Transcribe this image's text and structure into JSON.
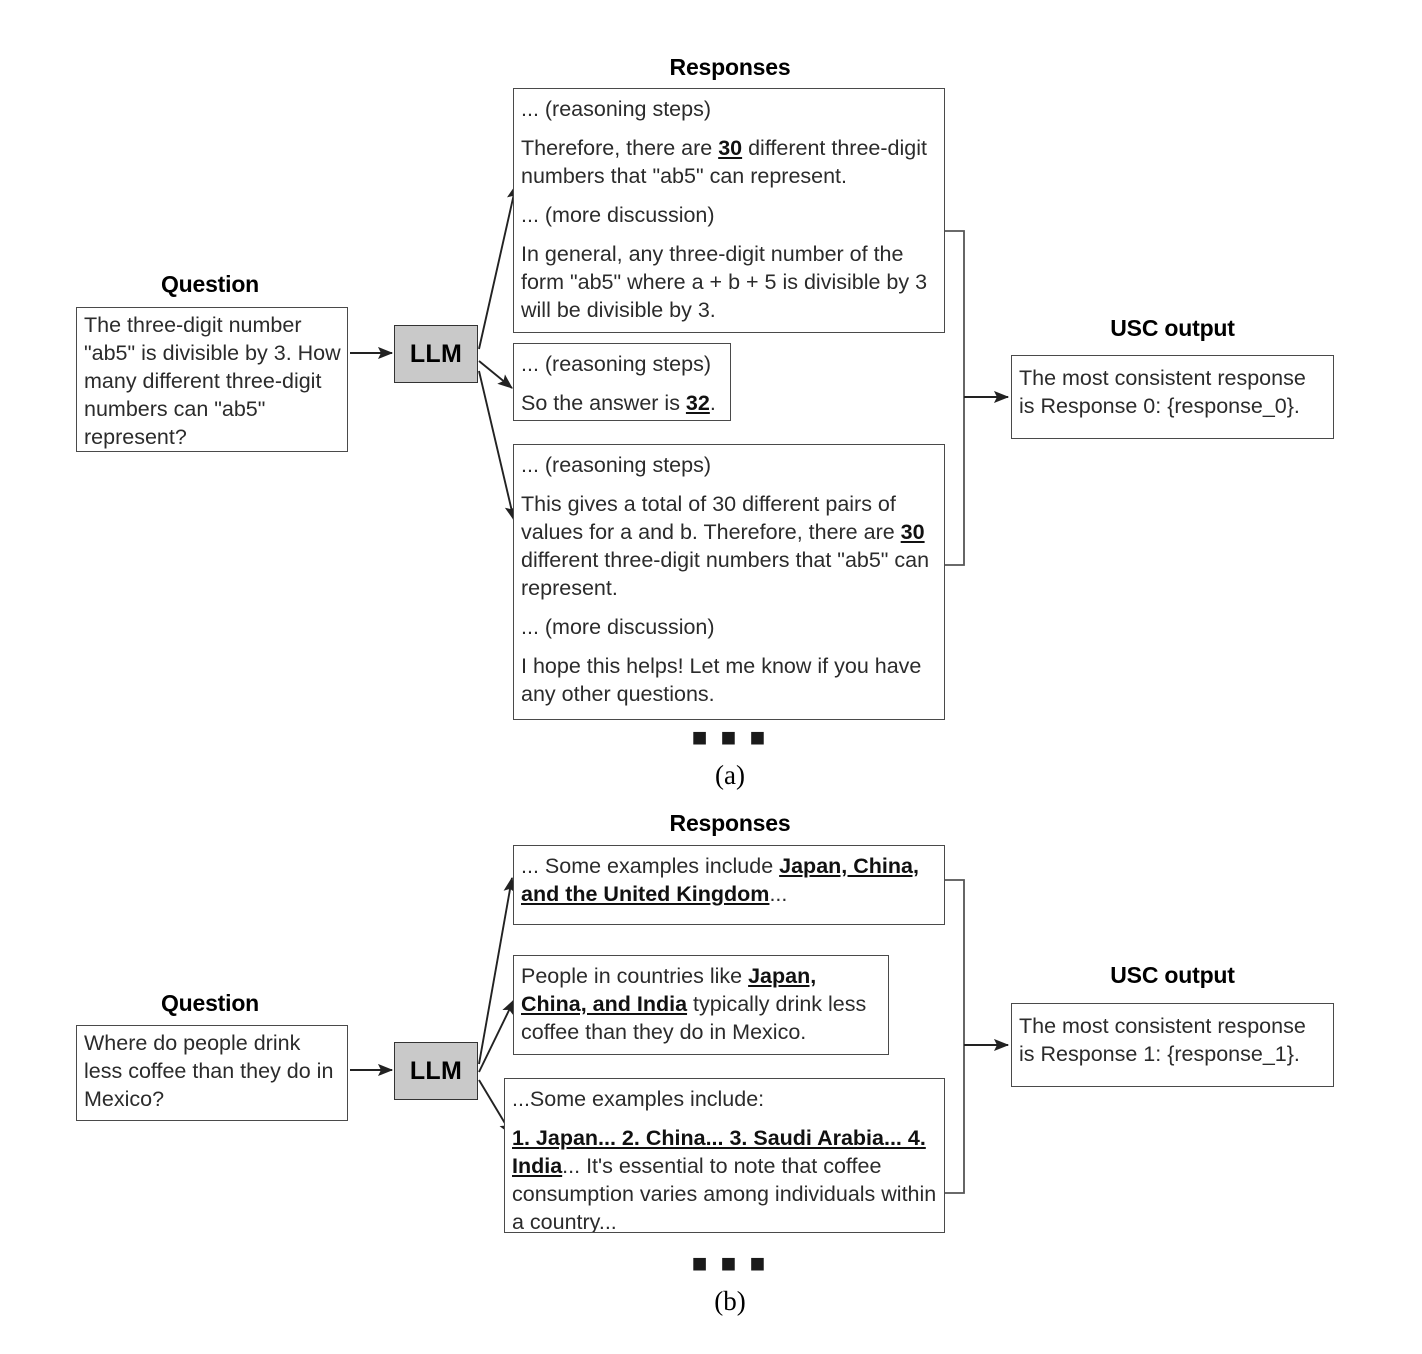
{
  "figure": {
    "panels": [
      {
        "id": "a",
        "caption": "(a)",
        "ellipsis": "■ ■ ■",
        "question_header": "Question",
        "question_text": "The three-digit number \"ab5\" is divisible by 3. How many different three-digit numbers can \"ab5\" represent?",
        "llm_label": "LLM",
        "responses_header": "Responses",
        "usc_header": "USC output",
        "usc_text": "The most consistent response is Response 0: {response_0}.",
        "responses": [
          {
            "index": 0,
            "lines": [
              "... (reasoning steps)",
              "Therefore, there are 30 different three-digit numbers that \"ab5\" can represent.",
              "... (more discussion)",
              "In general, any three-digit number of the form \"ab5\" where a + b + 5 is divisible by 3 will be divisible by 3."
            ],
            "highlighted": [
              "30"
            ]
          },
          {
            "index": 1,
            "lines": [
              "... (reasoning steps)",
              "So the answer is 32."
            ],
            "highlighted": [
              "32"
            ]
          },
          {
            "index": 2,
            "lines": [
              "... (reasoning steps)",
              "This gives a total of 30 different pairs of values for a and b. Therefore, there are 30 different three-digit numbers that \"ab5\" can represent.",
              "... (more discussion)",
              "I hope this helps! Let me know if you have any other questions."
            ],
            "highlighted": [
              "30"
            ]
          }
        ]
      },
      {
        "id": "b",
        "caption": "(b)",
        "ellipsis": "■ ■ ■",
        "question_header": "Question",
        "question_text": "Where do people drink less coffee than they do in Mexico?",
        "llm_label": "LLM",
        "responses_header": "Responses",
        "usc_header": "USC output",
        "usc_text": "The most consistent response is Response 1: {response_1}.",
        "responses": [
          {
            "index": 0,
            "lines": [
              "... Some examples include Japan, China, and the United Kingdom..."
            ],
            "highlighted": [
              "Japan, China, and the United Kingdom"
            ]
          },
          {
            "index": 1,
            "lines": [
              "People in countries like Japan, China, and India typically drink less coffee than they do in Mexico."
            ],
            "highlighted": [
              "Japan, China, and India"
            ]
          },
          {
            "index": 2,
            "lines": [
              "...Some examples include:",
              "1. Japan... 2. China... 3. Saudi Arabia... 4. India... It's essential to note that coffee consumption varies among individuals within a country..."
            ],
            "highlighted": [
              "1. Japan... 2. China... 3. Saudi Arabia... 4. India"
            ]
          }
        ]
      }
    ],
    "colors": {
      "llm_fill": "#c9c9c9",
      "box_border": "#4a4a4a",
      "arrow": "#222222",
      "text": "#2b2b2b"
    }
  }
}
